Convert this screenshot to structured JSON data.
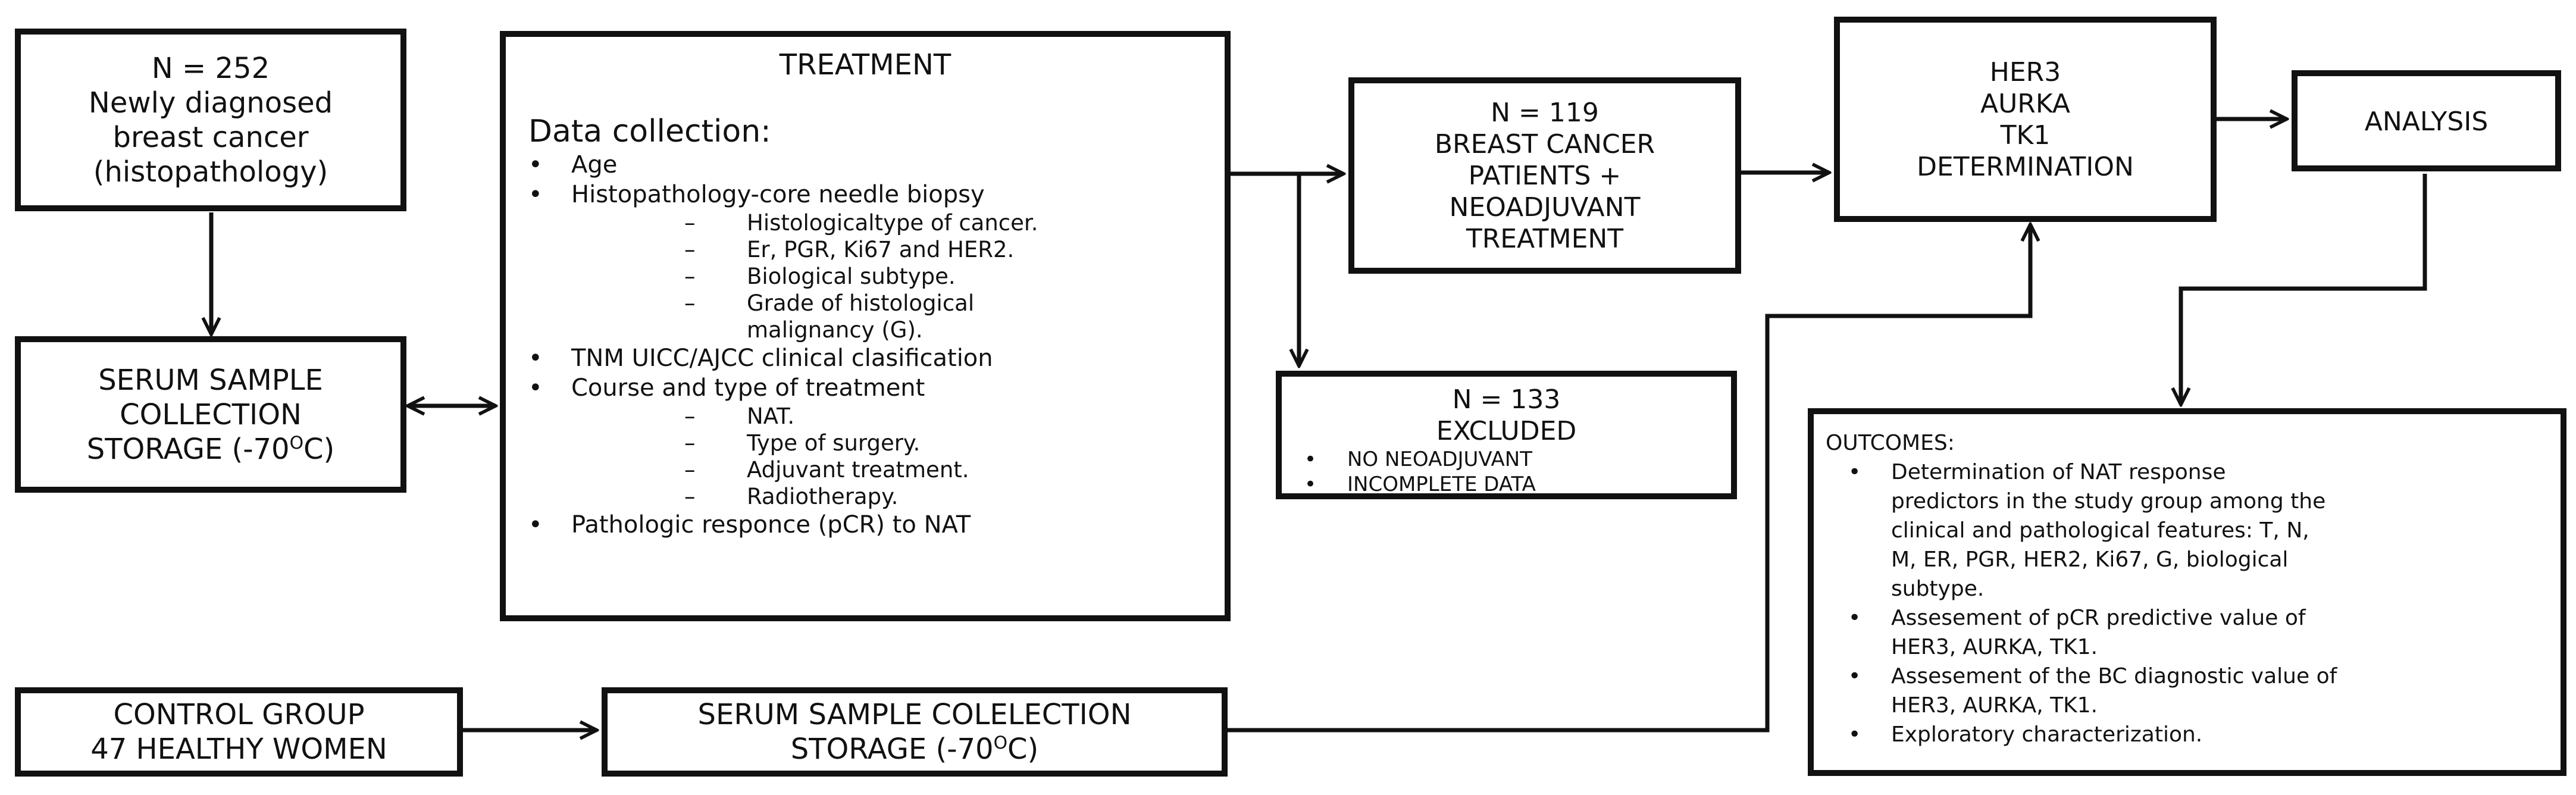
{
  "nodes": {
    "n252": {
      "lines": [
        "N = 252",
        "Newly diagnosed",
        "breast cancer",
        "(histopathology)"
      ]
    },
    "serum": {
      "lines": [
        "SERUM SAMPLE",
        "COLLECTION"
      ],
      "storage_prefix": "STORAGE (-70",
      "storage_degree": "O",
      "storage_suffix": "C)"
    },
    "treatment": {
      "title": "TREATMENT",
      "subtitle": "Data collection:",
      "items": [
        {
          "text": "Age",
          "sub": []
        },
        {
          "text": "Histopathology-core needle biopsy",
          "sub": [
            "Histologicaltype of cancer.",
            "Er, PGR, Ki67 and HER2.",
            "Biological subtype.",
            "Grade of histological",
            "malignancy (G)."
          ]
        },
        {
          "text": "TNM UICC/AJCC clinical clasification",
          "sub": []
        },
        {
          "text": "Course and type of treatment",
          "sub": [
            "NAT.",
            "Type of surgery.",
            "Adjuvant treatment.",
            "Radiotherapy."
          ]
        },
        {
          "text": "Pathologic responce (pCR) to NAT",
          "sub": []
        }
      ]
    },
    "n119": {
      "lines": [
        "N = 119",
        "BREAST CANCER",
        "PATIENTS +",
        "NEOADJUVANT",
        "TREATMENT"
      ]
    },
    "n133": {
      "lines": [
        "N = 133",
        "EXCLUDED"
      ],
      "items": [
        "NO NEOADJUVANT",
        "INCOMPLETE DATA"
      ]
    },
    "her3": {
      "lines": [
        "HER3",
        "AURKA",
        "TK1",
        "DETERMINATION"
      ]
    },
    "analysis": {
      "label": "ANALYSIS"
    },
    "outcomes": {
      "title": "OUTCOMES:",
      "items": [
        [
          "Determination of NAT response",
          "predictors in the study group among the",
          "clinical and pathological features: T, N,",
          "M, ER, PGR, HER2, Ki67, G, biological",
          "subtype."
        ],
        [
          "Assesement of pCR predictive value of",
          "HER3, AURKA, TK1."
        ],
        [
          "Assesement of the BC diagnostic  value of",
          "HER3, AURKA, TK1."
        ],
        [
          "Exploratory characterization."
        ]
      ]
    },
    "control": {
      "lines": [
        "CONTROL GROUP",
        "47 HEALTHY WOMEN"
      ]
    },
    "serum2": {
      "line1": "SERUM SAMPLE COLELECTION",
      "storage_prefix": "STORAGE (-70",
      "storage_degree": "O",
      "storage_suffix": "C)"
    }
  }
}
